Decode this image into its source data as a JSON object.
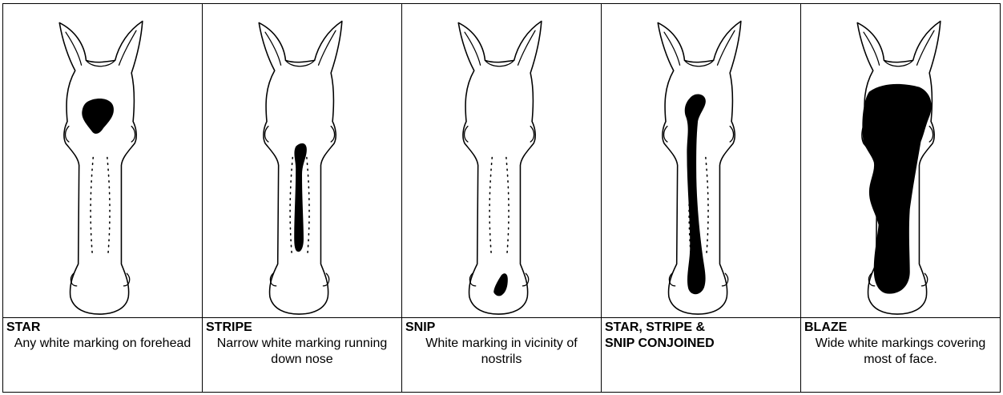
{
  "markings": [
    {
      "name": "STAR",
      "description": "Any white marking on forehead"
    },
    {
      "name": "STRIPE",
      "description": "Narrow white marking running down nose"
    },
    {
      "name": "SNIP",
      "description": "White marking in vicinity of nostrils"
    },
    {
      "name": "STAR, STRIPE & SNIP CONJOINED",
      "description": ""
    },
    {
      "name": "BLAZE",
      "description": "Wide white markings covering most of face."
    }
  ]
}
